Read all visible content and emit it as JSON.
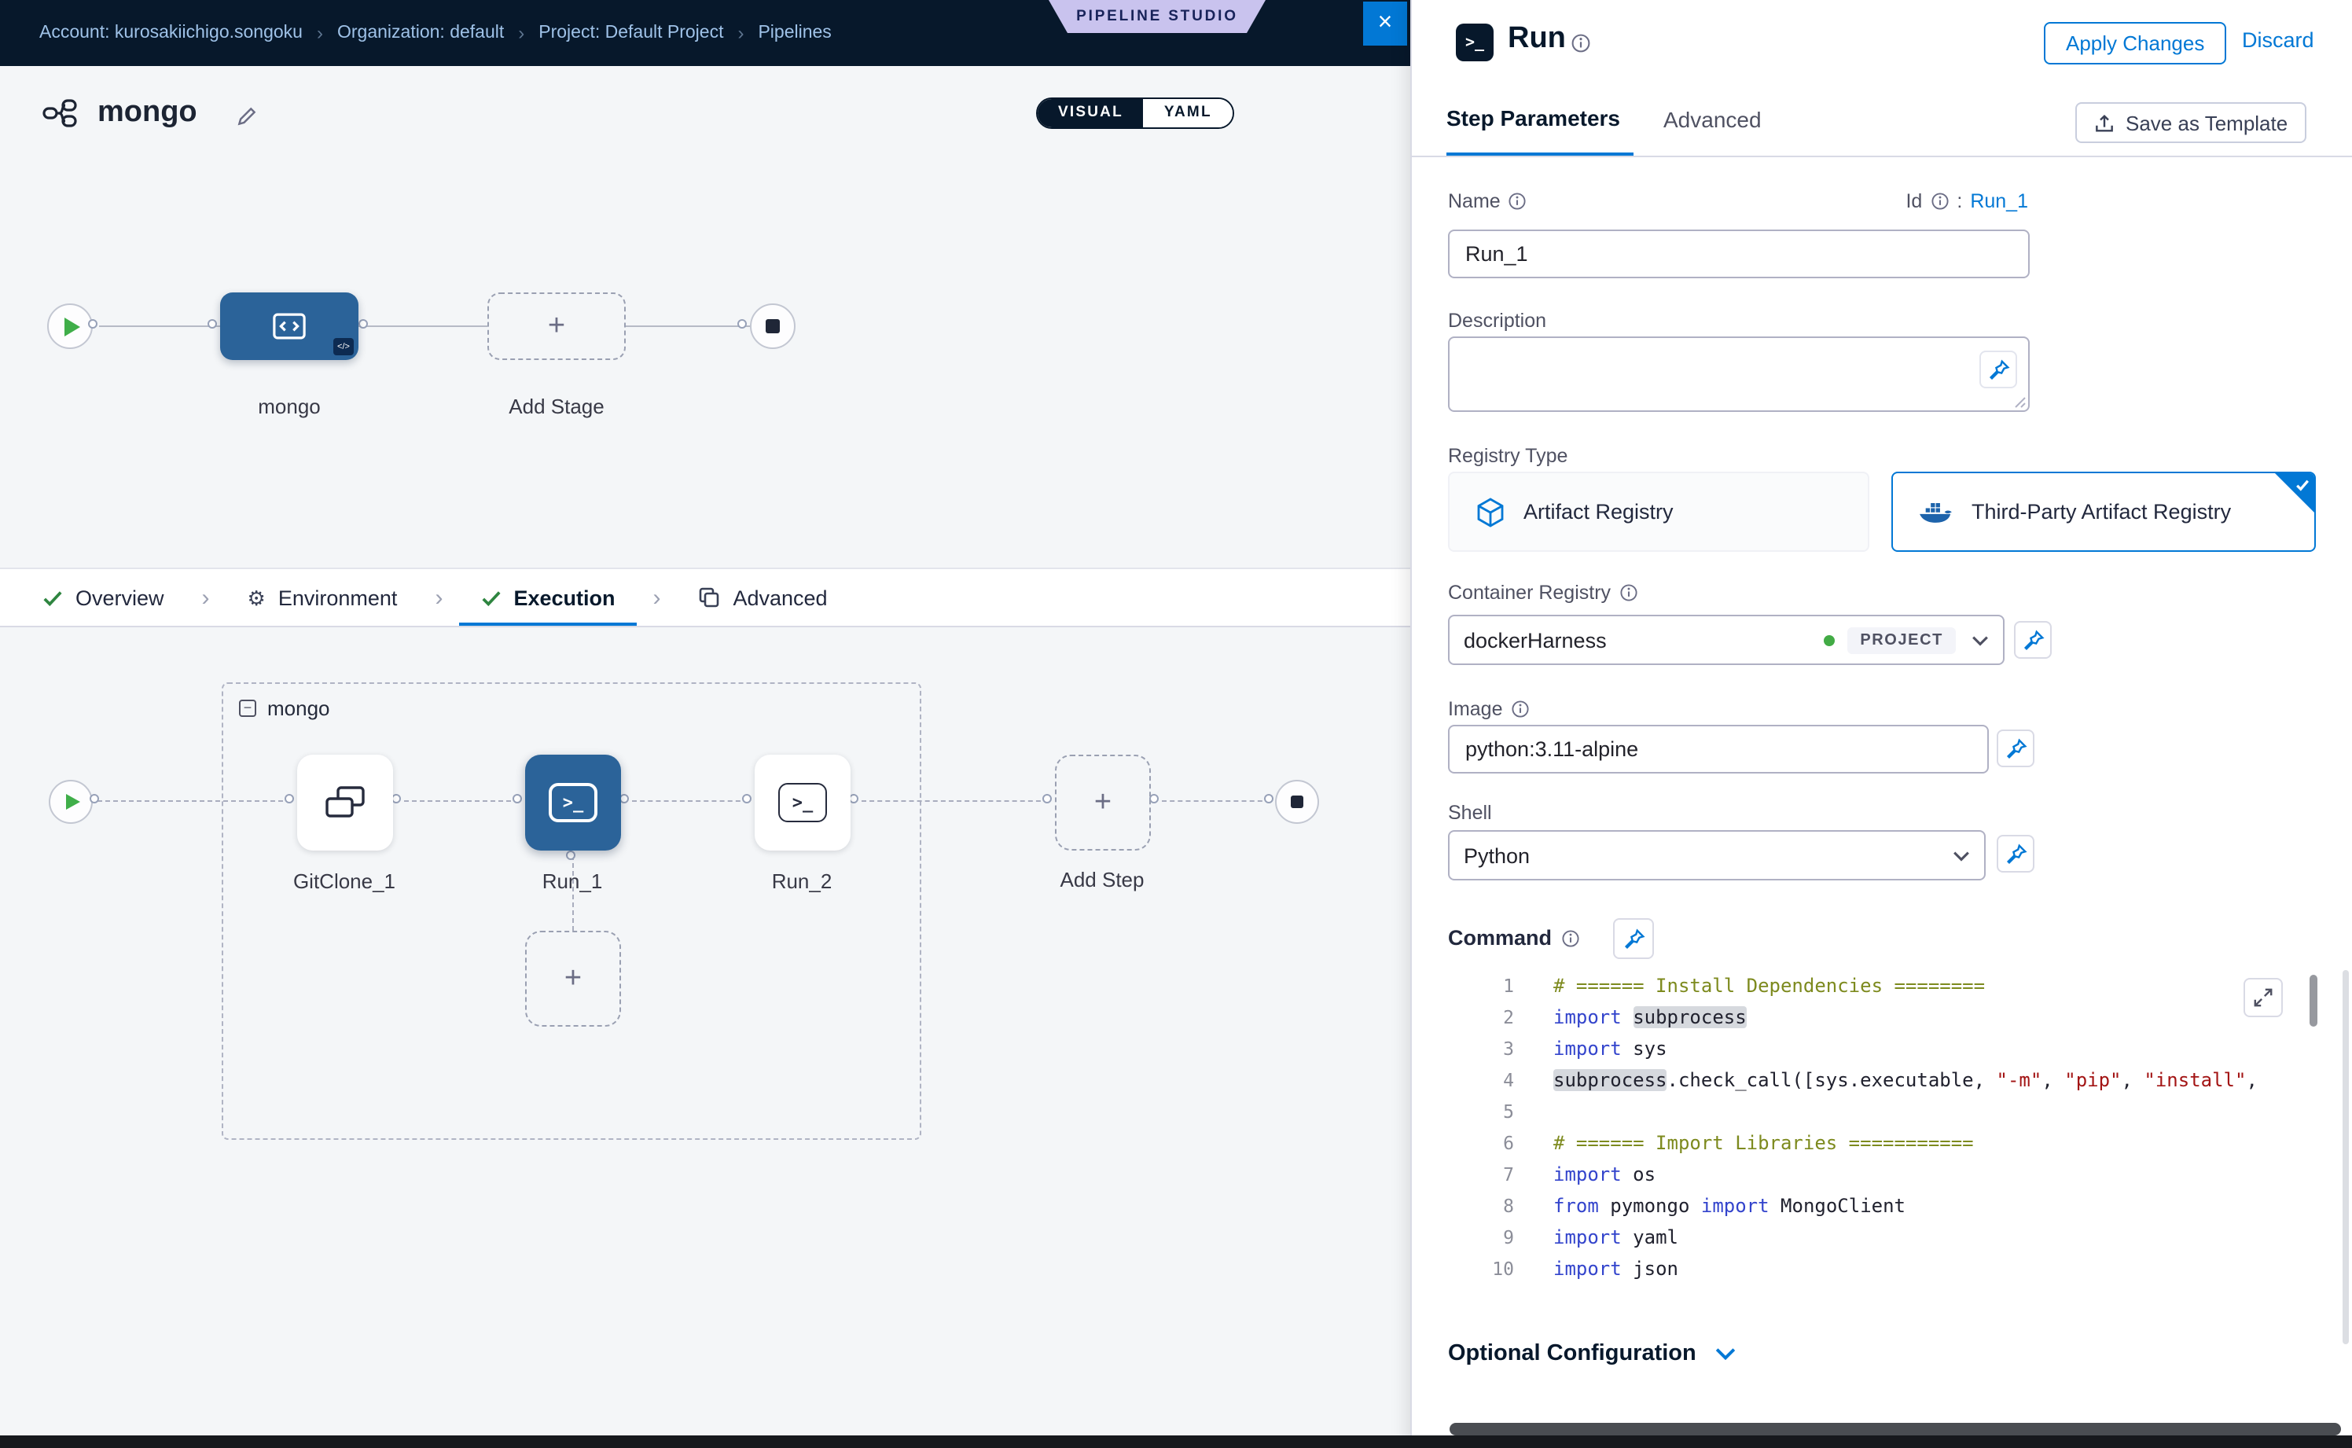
{
  "colors": {
    "accent": "#0278d5",
    "header_navy": "#07182b",
    "node_blue": "#2b6399",
    "success_green": "#42ab45"
  },
  "top_bar": {
    "breadcrumbs": [
      "Account: kurosakiichigo.songoku",
      "Organization: default",
      "Project: Default Project",
      "Pipelines"
    ],
    "separator": "›",
    "studio_badge": "PIPELINE STUDIO",
    "close_glyph": "×"
  },
  "toolbar": {
    "pipeline_name": "mongo",
    "visual_label": "VISUAL",
    "yaml_label": "YAML"
  },
  "stage_graph": {
    "stage_label": "mongo",
    "add_stage_label": "Add Stage",
    "stage_badge_glyph": "</>"
  },
  "nav_tabs": {
    "overview": "Overview",
    "environment": "Environment",
    "execution": "Execution",
    "advanced": "Advanced",
    "separator": "›"
  },
  "execution_graph": {
    "group_label": "mongo",
    "collapse_glyph": "−",
    "add_glyph": "+",
    "run_icon_glyph": ">_",
    "steps": {
      "git_clone": "GitClone_1",
      "run_1": "Run_1",
      "run_2": "Run_2",
      "add_step": "Add Step"
    }
  },
  "panel": {
    "title": "Run",
    "title_icon_glyph": ">_",
    "apply_button": "Apply Changes",
    "discard_button": "Discard",
    "tab_step_parameters": "Step Parameters",
    "tab_advanced": "Advanced",
    "save_as_template": "Save as Template",
    "name_label": "Name",
    "name_value": "Run_1",
    "id_label": "Id",
    "id_separator": ":",
    "id_value": "Run_1",
    "description_label": "Description",
    "description_value": "",
    "registry_type_label": "Registry Type",
    "registry_option_1": "Artifact Registry",
    "registry_option_2": "Third-Party Artifact Registry",
    "container_registry_label": "Container Registry",
    "container_registry_value": "dockerHarness",
    "container_registry_scope": "PROJECT",
    "image_label": "Image",
    "image_value": "python:3.11-alpine",
    "shell_label": "Shell",
    "shell_value": "Python",
    "command_label": "Command",
    "optional_configuration_label": "Optional Configuration"
  },
  "code_editor": {
    "lines": [
      {
        "num": "1",
        "tokens": [
          [
            "comment",
            "# ====== Install Dependencies ========"
          ]
        ]
      },
      {
        "num": "2",
        "tokens": [
          [
            "keyword",
            "import"
          ],
          [
            "plain",
            " "
          ],
          [
            "highlight",
            "subprocess"
          ]
        ]
      },
      {
        "num": "3",
        "tokens": [
          [
            "keyword",
            "import"
          ],
          [
            "plain",
            " sys"
          ]
        ]
      },
      {
        "num": "4",
        "tokens": [
          [
            "highlight",
            "subprocess"
          ],
          [
            "plain",
            ".check_call([sys.executable, "
          ],
          [
            "string",
            "\"-m\""
          ],
          [
            "plain",
            ", "
          ],
          [
            "string",
            "\"pip\""
          ],
          [
            "plain",
            ", "
          ],
          [
            "string",
            "\"install\""
          ],
          [
            "plain",
            ", "
          ]
        ]
      },
      {
        "num": "5",
        "tokens": []
      },
      {
        "num": "6",
        "tokens": [
          [
            "comment",
            "# ====== Import Libraries ==========="
          ]
        ]
      },
      {
        "num": "7",
        "tokens": [
          [
            "keyword",
            "import"
          ],
          [
            "plain",
            " os"
          ]
        ]
      },
      {
        "num": "8",
        "tokens": [
          [
            "keyword",
            "from"
          ],
          [
            "plain",
            " pymongo "
          ],
          [
            "keyword",
            "import"
          ],
          [
            "plain",
            " MongoClient"
          ]
        ]
      },
      {
        "num": "9",
        "tokens": [
          [
            "keyword",
            "import"
          ],
          [
            "plain",
            " yaml"
          ]
        ]
      },
      {
        "num": "10",
        "tokens": [
          [
            "keyword",
            "import"
          ],
          [
            "plain",
            " json"
          ]
        ]
      }
    ]
  }
}
